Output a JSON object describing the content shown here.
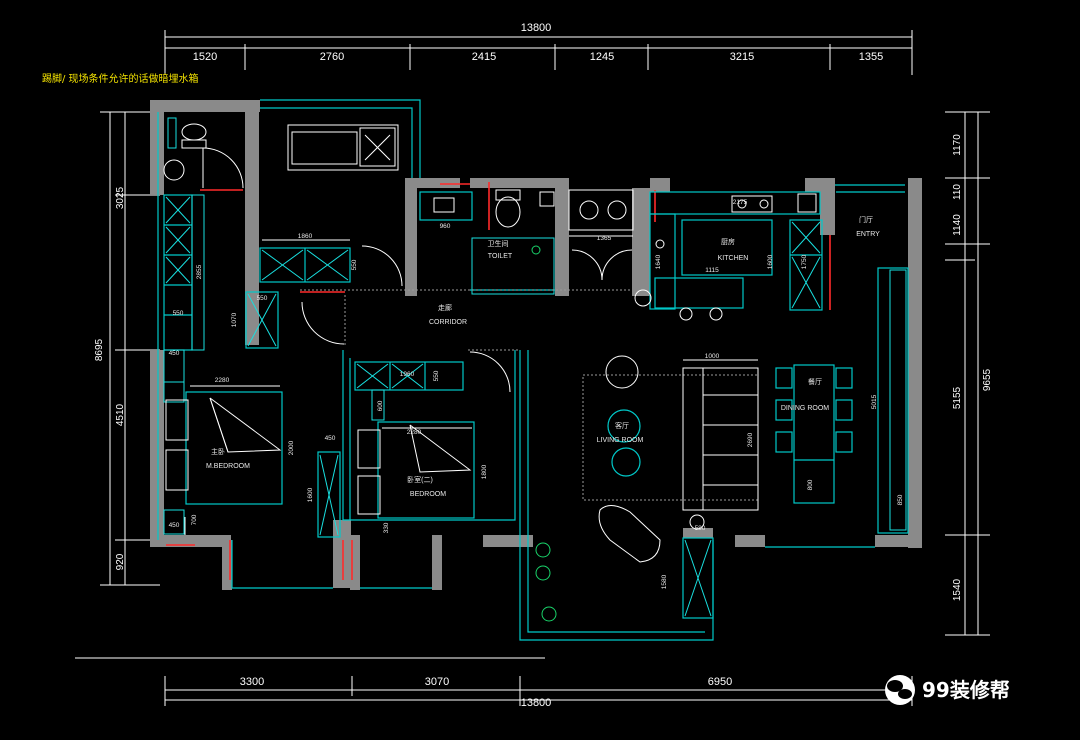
{
  "note": "踢脚/ 现场条件允许的话做暗埋水箱",
  "watermark": "99装修帮",
  "dims_top": {
    "total": "13800",
    "segments": [
      "1520",
      "2760",
      "2415",
      "1245",
      "3215",
      "1355"
    ]
  },
  "dims_bottom": {
    "total": "13800",
    "segments": [
      "3300",
      "3070",
      "6950"
    ]
  },
  "dims_left": {
    "total": "8695",
    "segments": [
      "3025",
      "4510",
      "920"
    ]
  },
  "dims_right": {
    "total": "9655",
    "inner_total": "5155",
    "segments": [
      "1170",
      "1140",
      "110",
      "1540"
    ]
  },
  "rooms": {
    "toilet_cn": "卫生间",
    "toilet_en": "TOILET",
    "corridor_cn": "走廊",
    "corridor_en": "CORRIDOR",
    "kitchen_cn": "厨房",
    "kitchen_en": "KITCHEN",
    "entry_cn": "门厅",
    "entry_en": "ENTRY",
    "living_cn": "客厅",
    "living_en": "LIVING ROOM",
    "dining_cn": "餐厅",
    "dining_en": "DINING ROOM",
    "mbed_cn": "主卧",
    "mbed_en": "M.BEDROOM",
    "bed2_cn": "卧室(二)",
    "bed2_en": "BEDROOM"
  },
  "inner_dims": {
    "d1860": "1860",
    "d550a": "550",
    "d2855": "2855",
    "d550b": "550",
    "d550c": "550",
    "d1070": "1070",
    "d450a": "450",
    "d450b": "450",
    "d2280a": "2280",
    "d2000": "2000",
    "d700": "700",
    "d450c": "450",
    "d1600": "1600",
    "d1960": "1960",
    "d550d": "550",
    "d600": "600",
    "d2280b": "2280",
    "d1800": "1800",
    "d330": "330",
    "d960": "960",
    "d1365": "1365",
    "d2175": "2175",
    "d1115": "1115",
    "d1640": "1640",
    "d1600k": "1600",
    "d1750": "1750",
    "d1000": "1000",
    "d2690": "2690",
    "d1580": "1580",
    "d5015": "5015",
    "d850": "850",
    "d800": "800",
    "d580": "580"
  }
}
